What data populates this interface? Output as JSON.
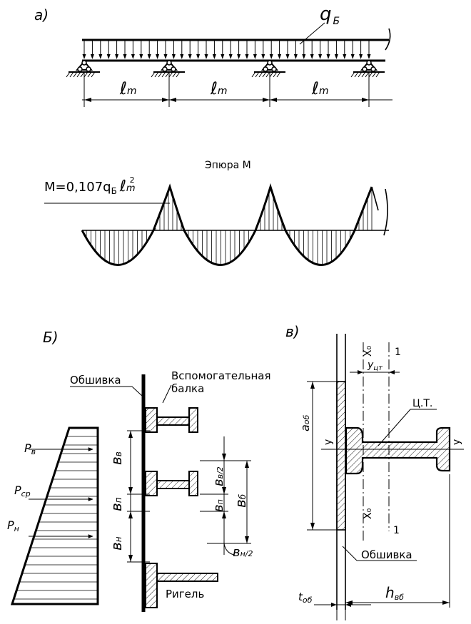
{
  "panel_a": {
    "label": "а)",
    "load_label": "q",
    "load_sub": "Б",
    "span_label": "ℓ",
    "span_sub": "m"
  },
  "moment_diagram": {
    "title": "Эпюра М",
    "formula_prefix": "М=0,107q",
    "formula_q_sub": "Б",
    "formula_l": "ℓ",
    "formula_l_sub": "m",
    "formula_exp": "2"
  },
  "panel_b": {
    "label": "Б)",
    "sheathing": "Обшивка",
    "aux_beam_line1": "Вспомогательная",
    "aux_beam_line2": "балка",
    "crossbar": "Ригель",
    "p_top": "P",
    "p_top_sub": "в",
    "p_mid": "P",
    "p_mid_sub": "ср",
    "p_bot": "P",
    "p_bot_sub": "н",
    "b_v": "в",
    "b_v_sub": "в",
    "b_p": "в",
    "b_p_sub": "п",
    "b_n": "в",
    "b_n_sub": "н",
    "b_v2": "в",
    "b_v2_sub": "в/2",
    "b_p2": "в",
    "b_p2_sub": "п",
    "b_b": "в",
    "b_b_sub": "б",
    "b_n2": "в",
    "b_n2_sub": "н/2"
  },
  "panel_v": {
    "label": "в)",
    "x0_top": "Х₀",
    "x0_bot": "Х₀",
    "one_top": "1",
    "one_bot": "1",
    "y_ct": "у",
    "y_ct_sub": "цт",
    "ct": "Ц.Т.",
    "y_left": "у",
    "y_right": "у",
    "a_ob": "а",
    "a_ob_sub": "об",
    "sheathing": "Обшивка",
    "t_ob": "t",
    "t_ob_sub": "об",
    "h_vb": "h",
    "h_vb_sub": "вб"
  }
}
